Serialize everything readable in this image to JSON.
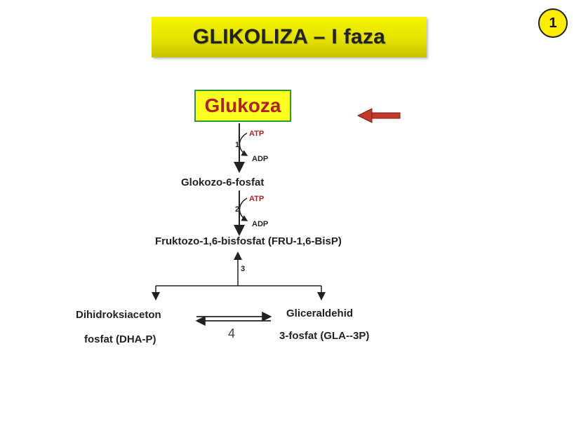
{
  "title": "GLIKOLIZA – I faza",
  "slide_number": "1",
  "glukoza": "Glukoza",
  "step1": {
    "in": "ATP",
    "out": "ADP",
    "number": "1"
  },
  "glc6p": "Glokozo-6-fosfat",
  "step2": {
    "in": "ATP",
    "out": "ADP",
    "number": "2"
  },
  "fru16bp": "Fruktozo-1,6-bisfosfat (FRU-1,6-BisP)",
  "step3": {
    "number": "3"
  },
  "dhap": {
    "line1": "Dihidroksiaceton",
    "line2": "fosfat (DHA-P)"
  },
  "gla3p": {
    "line1": "Gliceraldehid",
    "line2": "3-fosfat (GLA--3P)"
  },
  "step4": {
    "number": "4"
  },
  "colors": {
    "title_bg": "#e8e500",
    "glukoza_bg": "#ffff22",
    "glukoza_border": "#2c9a2c",
    "glukoza_text": "#b22020",
    "arrow_red": "#c0392b",
    "atp_red": "#b22020"
  }
}
